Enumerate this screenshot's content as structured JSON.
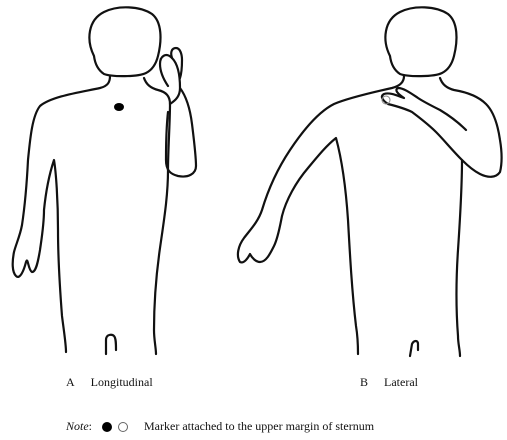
{
  "figures": [
    {
      "letter": "A",
      "label": "Longitudinal",
      "marker": "filled-circle"
    },
    {
      "letter": "B",
      "label": "Lateral",
      "marker": "open-circle"
    }
  ],
  "note": {
    "label": "Note",
    "colon": ":",
    "text": "Marker attached to the upper margin of sternum",
    "symbols": [
      "filled-circle",
      "open-circle"
    ]
  },
  "colors": {
    "line": "#111111",
    "background": "#ffffff",
    "marker_filled": "#000000"
  }
}
